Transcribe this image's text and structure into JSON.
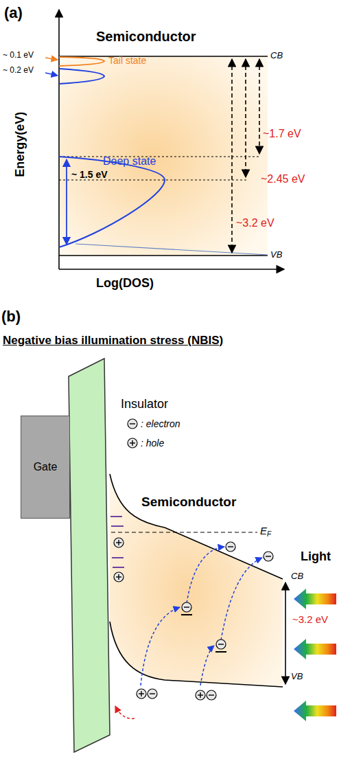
{
  "diagram": {
    "nodes": [
      {
        "text": [
          "Gate"
        ]
      }
    ],
    "labels": [
      "(a)",
      "Semiconductor",
      "~ 0.1 eV",
      "~ 0.2 eV",
      "Tail state",
      "CB",
      "~1.7 eV",
      "Deep state",
      "~ 1.5 eV",
      "~2.45 eV",
      "~3.2 eV",
      "VB",
      "Energy(eV)",
      "Log(DOS)",
      "(b)",
      "Negative bias illumination stress (NBIS)",
      "Insulator",
      "Semiconductor",
      "E",
      "F",
      "CB",
      "~3.2 eV",
      "VB",
      "Light"
    ],
    "legend": [
      {
        "text": ": electron"
      },
      {
        "text": ": hole"
      }
    ]
  }
}
